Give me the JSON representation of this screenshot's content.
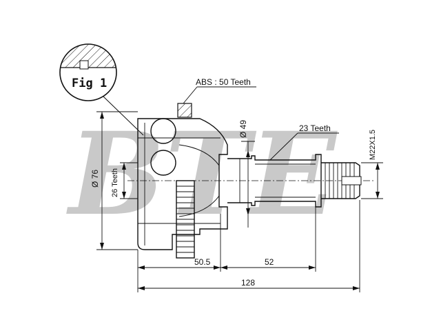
{
  "watermark": "BTE",
  "figure": {
    "label": "Fig 1"
  },
  "annotations": {
    "abs": "ABS : 50 Teeth",
    "outer_spline": "23 Teeth",
    "inner_spline": "26 Teeth",
    "thread": "M22X1.5",
    "seal_diameter": "Ø 49",
    "outer_diameter": "Ø 76"
  },
  "dimensions": {
    "body_length": "50.5",
    "shaft_length": "52",
    "total_length": "128"
  }
}
